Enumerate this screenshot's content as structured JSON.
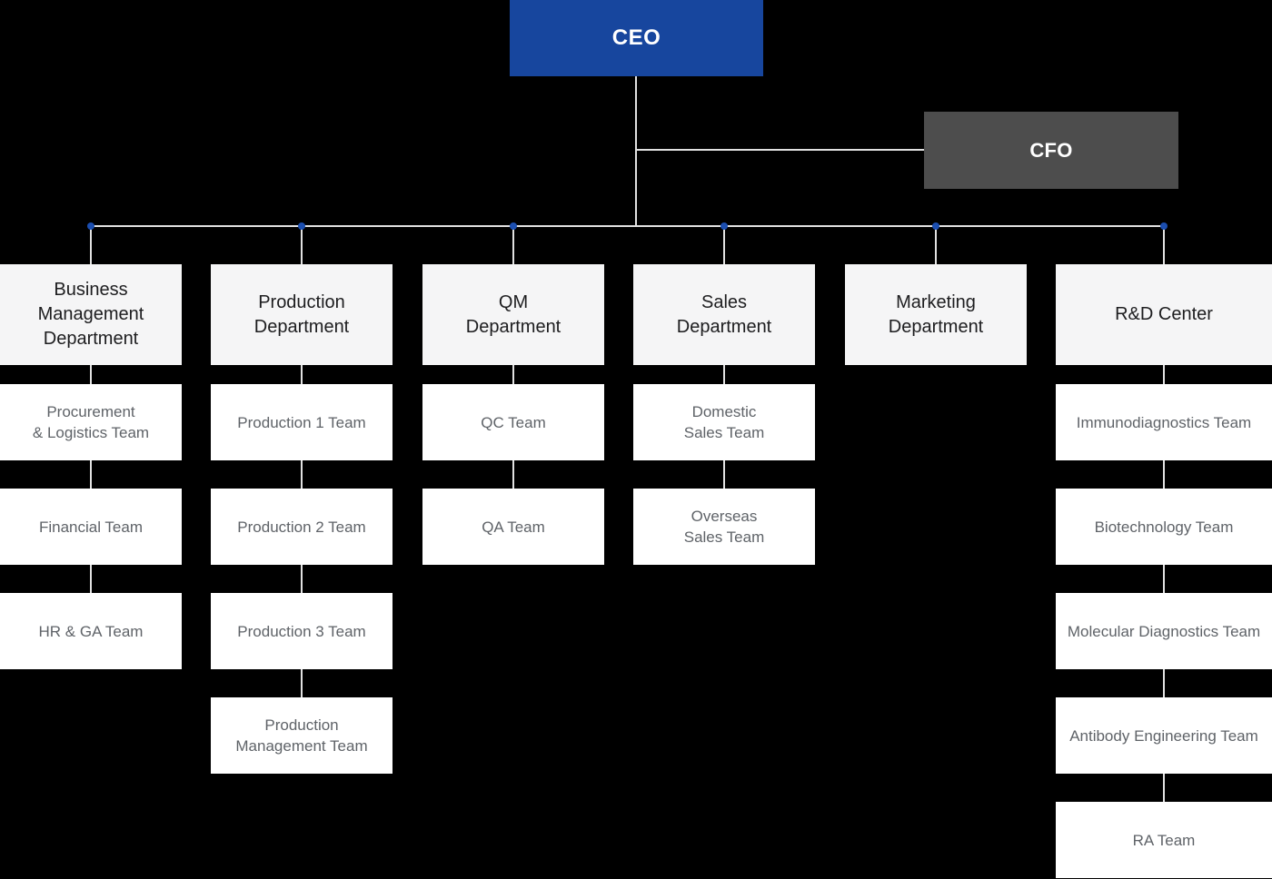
{
  "ceo": {
    "label": "CEO"
  },
  "cfo": {
    "label": "CFO"
  },
  "departments": [
    {
      "label": "Business\nManagement\nDepartment",
      "teams": [
        "Procurement\n& Logistics Team",
        "Financial Team",
        "HR & GA Team"
      ]
    },
    {
      "label": "Production\nDepartment",
      "teams": [
        "Production 1 Team",
        "Production 2 Team",
        "Production 3 Team",
        "Production\nManagement Team"
      ]
    },
    {
      "label": "QM\nDepartment",
      "teams": [
        "QC Team",
        "QA Team"
      ]
    },
    {
      "label": "Sales\nDepartment",
      "teams": [
        "Domestic\nSales Team",
        "Overseas\nSales Team"
      ]
    },
    {
      "label": "Marketing\nDepartment",
      "teams": []
    },
    {
      "label": "R&D Center",
      "teams": [
        "Immunodiagnostics Team",
        "Biotechnology Team",
        "Molecular Diagnostics Team",
        "Antibody Engineering Team",
        "RA Team"
      ]
    }
  ],
  "colors": {
    "background": "#000000",
    "ceo_box": "#17469e",
    "cfo_box": "#4d4d4d",
    "department_box": "#f5f5f6",
    "team_box": "#ffffff",
    "department_text": "#1d1d1f",
    "team_text": "#5f6368",
    "connector": "#e1e1e1",
    "connector_dot": "#1b4eb0"
  }
}
